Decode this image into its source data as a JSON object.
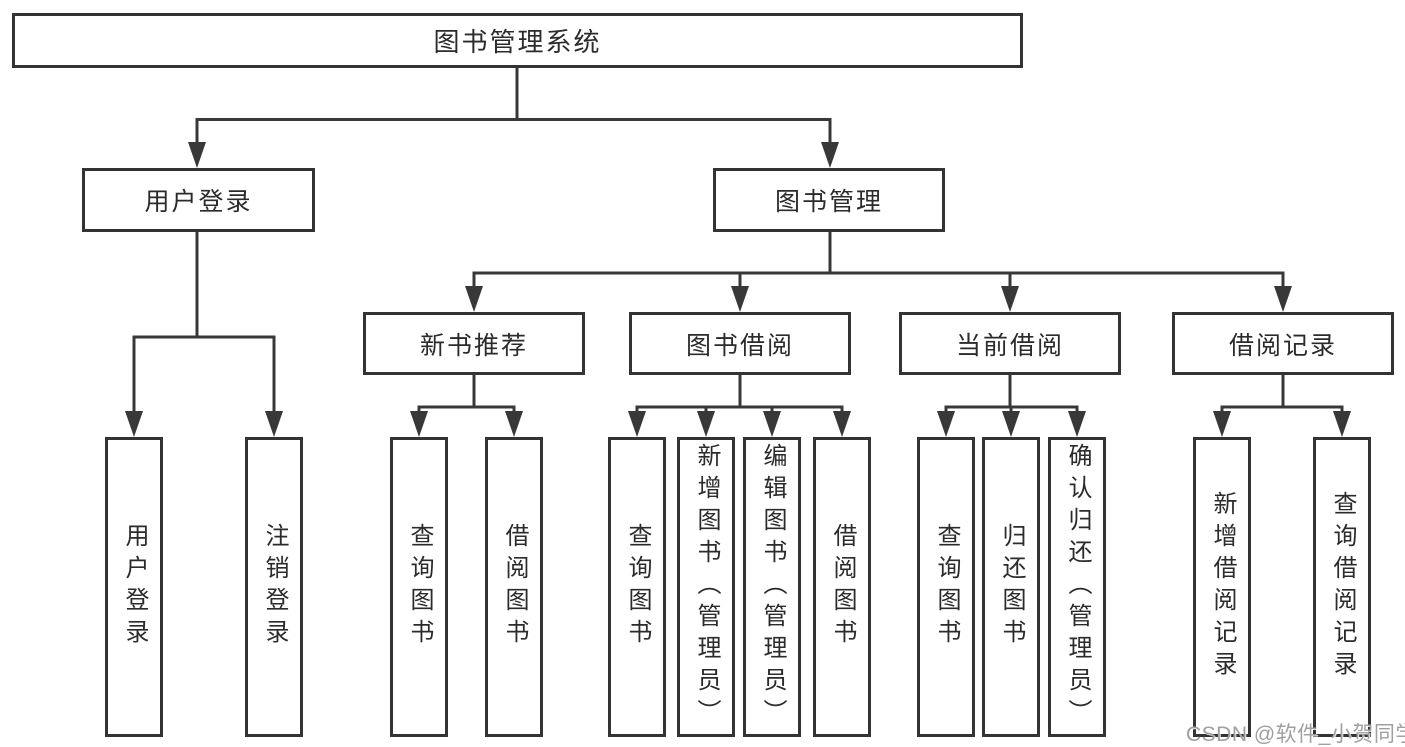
{
  "diagram": {
    "root": "图书管理系统",
    "branches": [
      {
        "label": "用户登录",
        "children": [
          "用户登录",
          "注销登录"
        ]
      },
      {
        "label": "图书管理",
        "children": [
          {
            "label": "新书推荐",
            "children": [
              "查询图书",
              "借阅图书"
            ]
          },
          {
            "label": "图书借阅",
            "children": [
              "查询图书",
              "新增图书（管理员）",
              "编辑图书（管理员）",
              "借阅图书"
            ]
          },
          {
            "label": "当前借阅",
            "children": [
              "查询图书",
              "归还图书",
              "确认归还（管理员）"
            ]
          },
          {
            "label": "借阅记录",
            "children": [
              "新增借阅记录",
              "查询借阅记录"
            ]
          }
        ]
      }
    ]
  },
  "watermark": "CSDN @软件_小贺同学",
  "colors": {
    "line": "#383838",
    "box_border": "#333333",
    "text": "#2b2b2b",
    "watermark": "#a0a0a0",
    "background": "#ffffff"
  }
}
